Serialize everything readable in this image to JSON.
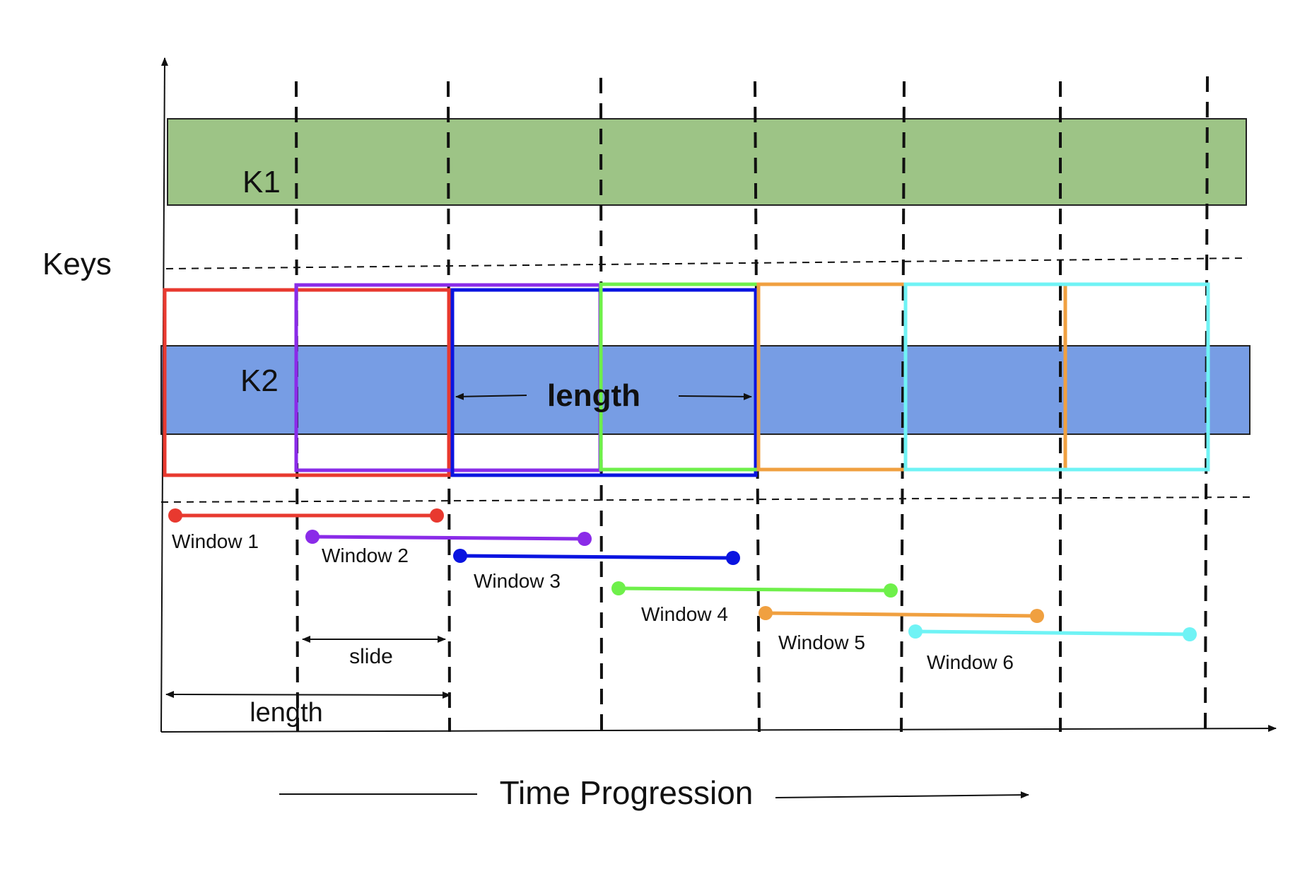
{
  "labels": {
    "y_axis": "Keys",
    "x_axis": "Time Progression",
    "key1": "K1",
    "key2": "K2",
    "length_inner": "length",
    "slide": "slide",
    "length_outer": "length"
  },
  "windows": [
    {
      "label": "Window 1",
      "color": "#e8392f"
    },
    {
      "label": "Window 2",
      "color": "#8a2be8"
    },
    {
      "label": "Window 3",
      "color": "#0a14e0"
    },
    {
      "label": "Window 4",
      "color": "#6ef04a"
    },
    {
      "label": "Window 5",
      "color": "#f0a040"
    },
    {
      "label": "Window 6",
      "color": "#6ff3f5"
    }
  ],
  "colors": {
    "key1_band": "#9dc486",
    "key2_band": "#779de4",
    "ink": "#111111"
  }
}
